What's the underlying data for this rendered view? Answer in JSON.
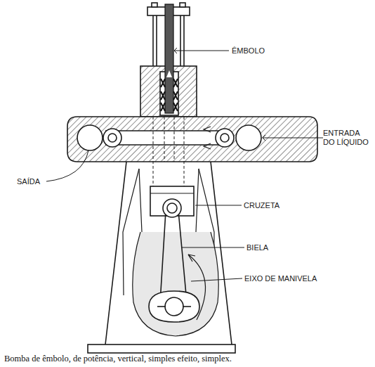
{
  "diagram": {
    "caption": "Bomba de êmbolo, de potência, vertical, simples efeito, simplex.",
    "labels": [
      "ÊMBOLO",
      "ENTRADA DO LÍQUIDO",
      "SAÍDA",
      "CRUZETA",
      "BIELA",
      "EIXO DE MANIVELA"
    ]
  }
}
